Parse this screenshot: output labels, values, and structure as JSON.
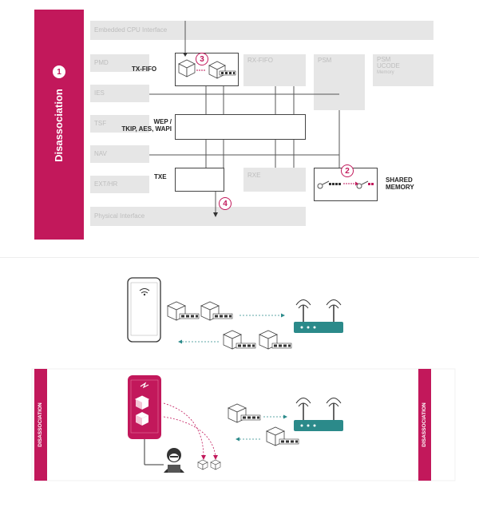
{
  "top_panel": {
    "banner": "Disassociation",
    "banner_number": "1",
    "cpu_interface": "Embedded CPU Interface",
    "physical_interface": "Physical Interface",
    "left_blocks": [
      "PMD",
      "IES",
      "TSF",
      "NAV",
      "EXT/HR"
    ],
    "tx_fifo": "TX-FIFO",
    "rx_fifo": "RX-FIFO",
    "psm": "PSM",
    "psm_ucode": [
      "PSM",
      "UCODE",
      "Memory"
    ],
    "wep": [
      "WEP /",
      "TKIP, AES, WAPI"
    ],
    "txe": "TXE",
    "rxe": "RXE",
    "shared_memory": [
      "SHARED",
      "MEMORY"
    ],
    "step_2": "2",
    "step_3": "3",
    "step_4": "4"
  },
  "bottom_panel": {
    "side_label_left": "DISASSOCIATION",
    "side_label_right": "DISASSOCIATION"
  },
  "colors": {
    "accent": "#c2185b",
    "router": "#2b8a8a",
    "gray_block": "#e6e6e6"
  }
}
